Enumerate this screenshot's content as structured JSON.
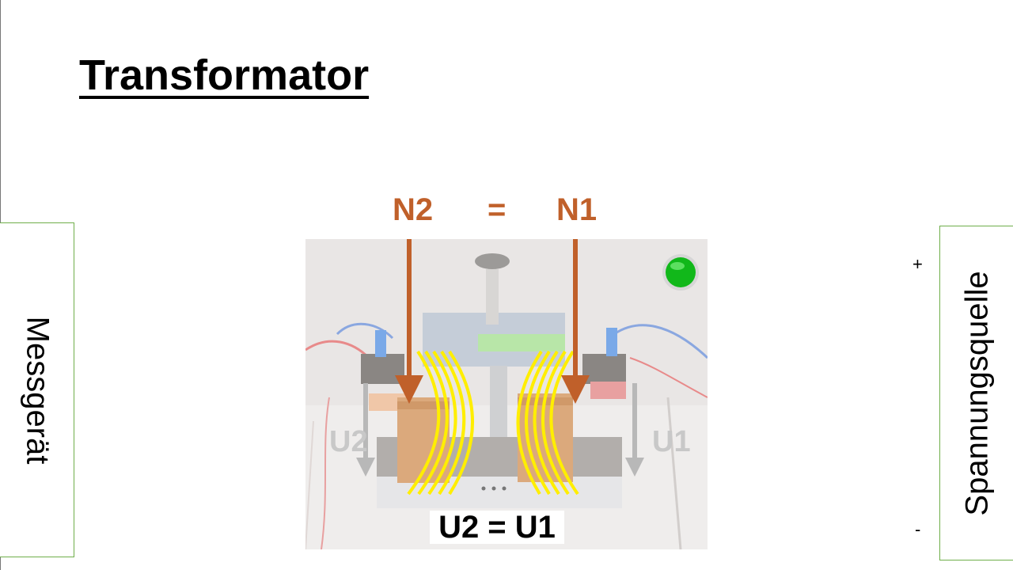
{
  "title": "Transformator",
  "left_box": {
    "label": "Messgerät"
  },
  "right_box": {
    "label": "Spannungsquelle",
    "plus": "+",
    "minus": "-"
  },
  "turns": {
    "left": "N2",
    "equals": "=",
    "right": "N1"
  },
  "voltages": {
    "left": "U2",
    "right": "U1"
  },
  "formula": "U2 = U1",
  "colors": {
    "arrow": "#c0602a",
    "field_lines": "#ffee00",
    "voltage_arrow": "#b8b8b8",
    "indicator": "#11b81a",
    "box_border": "#6fae4a"
  }
}
